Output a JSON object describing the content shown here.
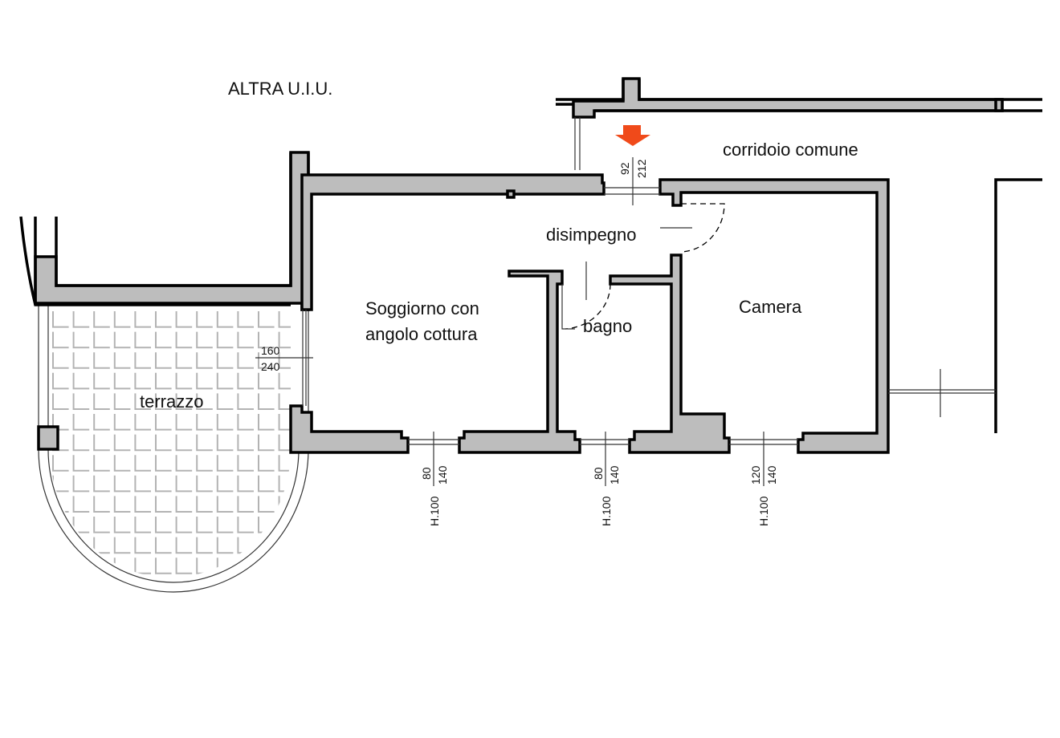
{
  "plan": {
    "labels": {
      "other_unit": "ALTRA U.I.U.",
      "corridor": "corridoio comune",
      "hall": "disimpegno",
      "living_line1": "Soggiorno con",
      "living_line2": "angolo cottura",
      "bathroom": "bagno",
      "bedroom": "Camera",
      "terrace": "terrazzo"
    },
    "dimensions": {
      "entrance": {
        "width": "92",
        "height": "212"
      },
      "terrace_door": {
        "width": "160",
        "height": "240"
      },
      "living_window": {
        "width": "80",
        "height": "140",
        "sill": "H.100"
      },
      "bath_window": {
        "width": "80",
        "height": "140",
        "sill": "H.100"
      },
      "bedroom_window": {
        "width": "120",
        "height": "140",
        "sill": "H.100"
      }
    },
    "colors": {
      "wall_fill": "#bdbdbd",
      "entrance_arrow": "#f04a1a"
    },
    "icons": {
      "entrance": "entrance-arrow-icon"
    }
  }
}
